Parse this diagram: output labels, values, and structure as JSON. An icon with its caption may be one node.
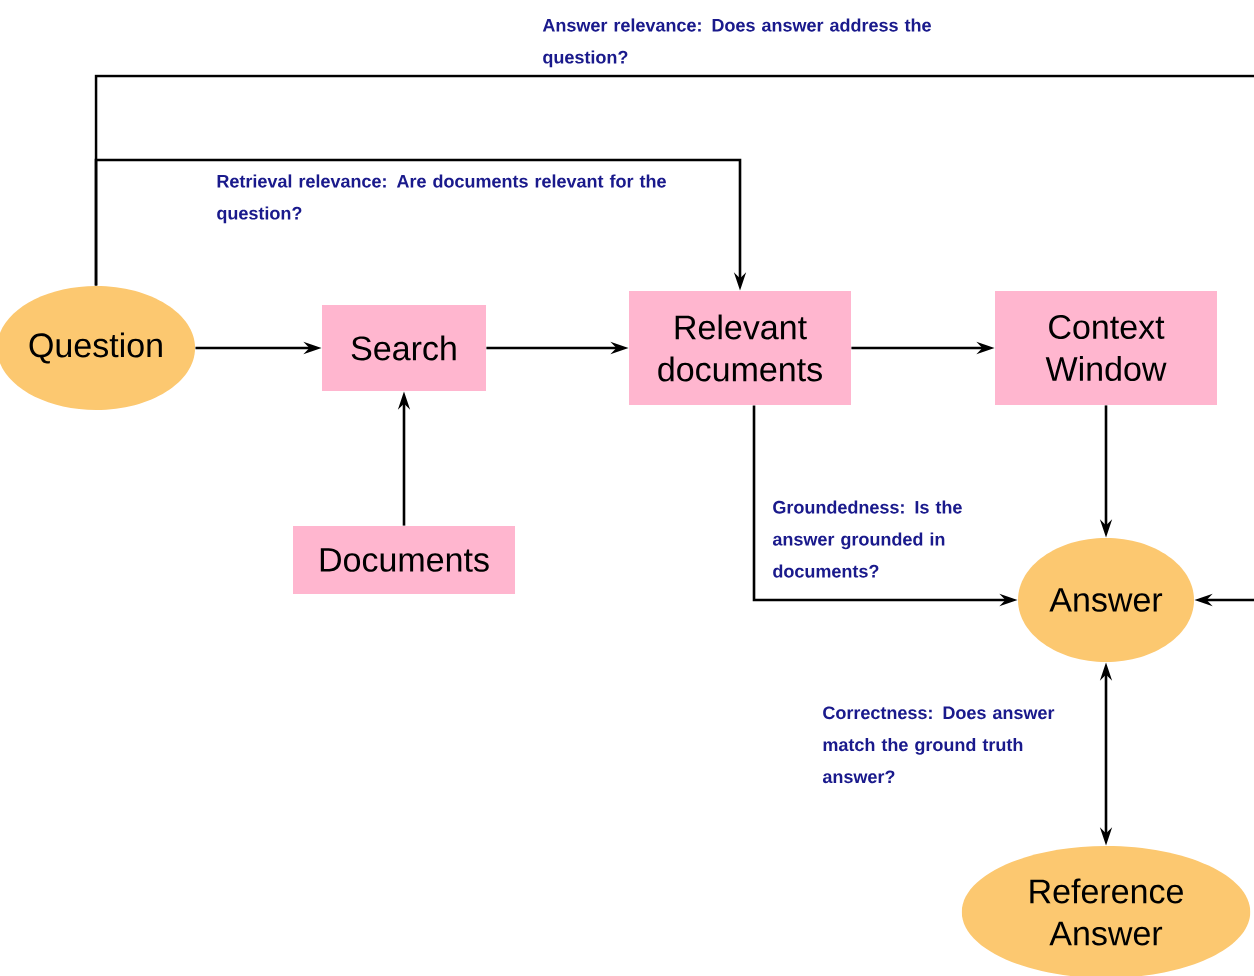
{
  "diagram": {
    "nodes": [
      {
        "text": [
          "Question"
        ]
      },
      {
        "text": [
          "Search"
        ]
      },
      {
        "text": [
          "Relevant documents"
        ]
      },
      {
        "text": [
          "Context Window"
        ]
      },
      {
        "text": [
          "Documents"
        ]
      },
      {
        "text": [
          "Answer"
        ]
      },
      {
        "text": [
          "Reference Answer"
        ]
      }
    ],
    "edges": [
      {
        "from": 0,
        "to": 1,
        "arrow": "to"
      },
      {
        "from": 1,
        "to": 2,
        "arrow": "to"
      },
      {
        "from": 2,
        "to": 3,
        "arrow": "to"
      },
      {
        "from": 4,
        "to": 1,
        "arrow": "to"
      },
      {
        "from": 3,
        "to": 5,
        "arrow": "to"
      },
      {
        "from": 2,
        "to": 5,
        "arrow": "to",
        "label": "Groundedness: Is the answer grounded in documents?"
      },
      {
        "from": 0,
        "to": 2,
        "arrow": "to",
        "label": "Retrieval relevance: Are documents relevant for the question?"
      },
      {
        "from": 0,
        "to": 5,
        "arrow": "to",
        "label": "Answer relevance: Does answer address the question?"
      },
      {
        "from": 5,
        "to": 6,
        "arrow": "both",
        "label": "Correctness: Does answer match the ground truth answer?"
      }
    ]
  }
}
